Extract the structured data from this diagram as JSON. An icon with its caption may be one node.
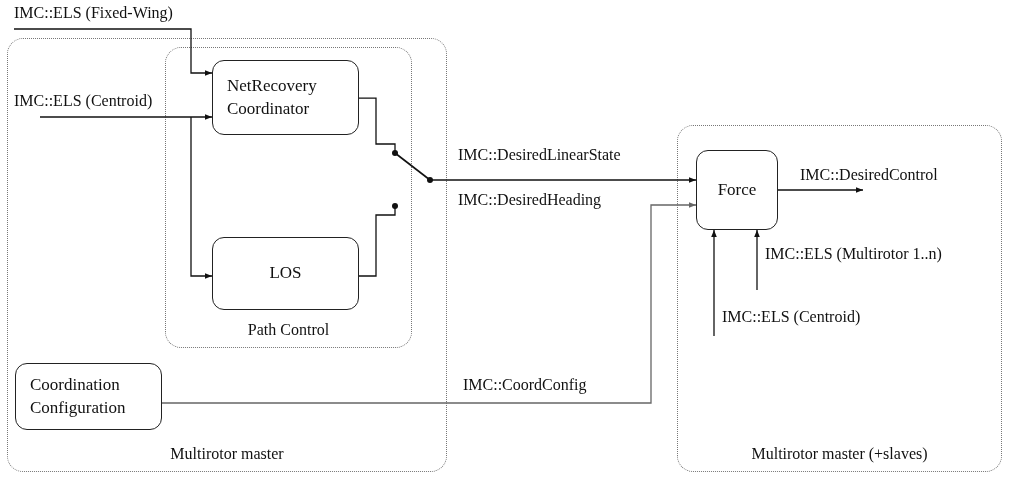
{
  "diagram": {
    "nodes": [
      {
        "text": [
          "Multirotor master"
        ]
      },
      {
        "text": [
          "Path Control"
        ],
        "in": 0
      },
      {
        "text": [
          "NetRecovery Coordinator"
        ],
        "in": 1
      },
      {
        "text": [
          "LOS"
        ],
        "in": 1
      },
      {
        "text": [],
        "shape": "switch",
        "in": 0
      },
      {
        "text": [
          "Coordination Configuration"
        ],
        "in": 0
      },
      {
        "text": [
          "Multirotor master (+slaves)"
        ]
      },
      {
        "text": [
          "Force"
        ],
        "in": 6
      }
    ],
    "edges": [
      {
        "from": null,
        "to": 2,
        "arrow": "to",
        "label": "IMC::ELS (Fixed-Wing)"
      },
      {
        "from": null,
        "to": 2,
        "arrow": "to",
        "label": "IMC::ELS (Centroid)"
      },
      {
        "from": null,
        "to": 3,
        "arrow": "to"
      },
      {
        "from": 2,
        "to": 4,
        "arrow": "none"
      },
      {
        "from": 3,
        "to": 4,
        "arrow": "none"
      },
      {
        "from": 4,
        "to": 7,
        "arrow": "to",
        "label": "IMC::DesiredLinearState"
      },
      {
        "from": 5,
        "to": 7,
        "arrow": "to",
        "label": "IMC::CoordConfig",
        "color": "#666666"
      },
      {
        "from": 7,
        "to": null,
        "arrow": "to",
        "label": "IMC::DesiredControl"
      },
      {
        "from": null,
        "to": 7,
        "arrow": "to",
        "label": "IMC::ELS (Centroid)"
      },
      {
        "from": null,
        "to": 7,
        "arrow": "to",
        "label": "IMC::ELS (Multirotor 1..n)"
      }
    ],
    "labels": [
      "IMC::DesiredHeading"
    ]
  }
}
